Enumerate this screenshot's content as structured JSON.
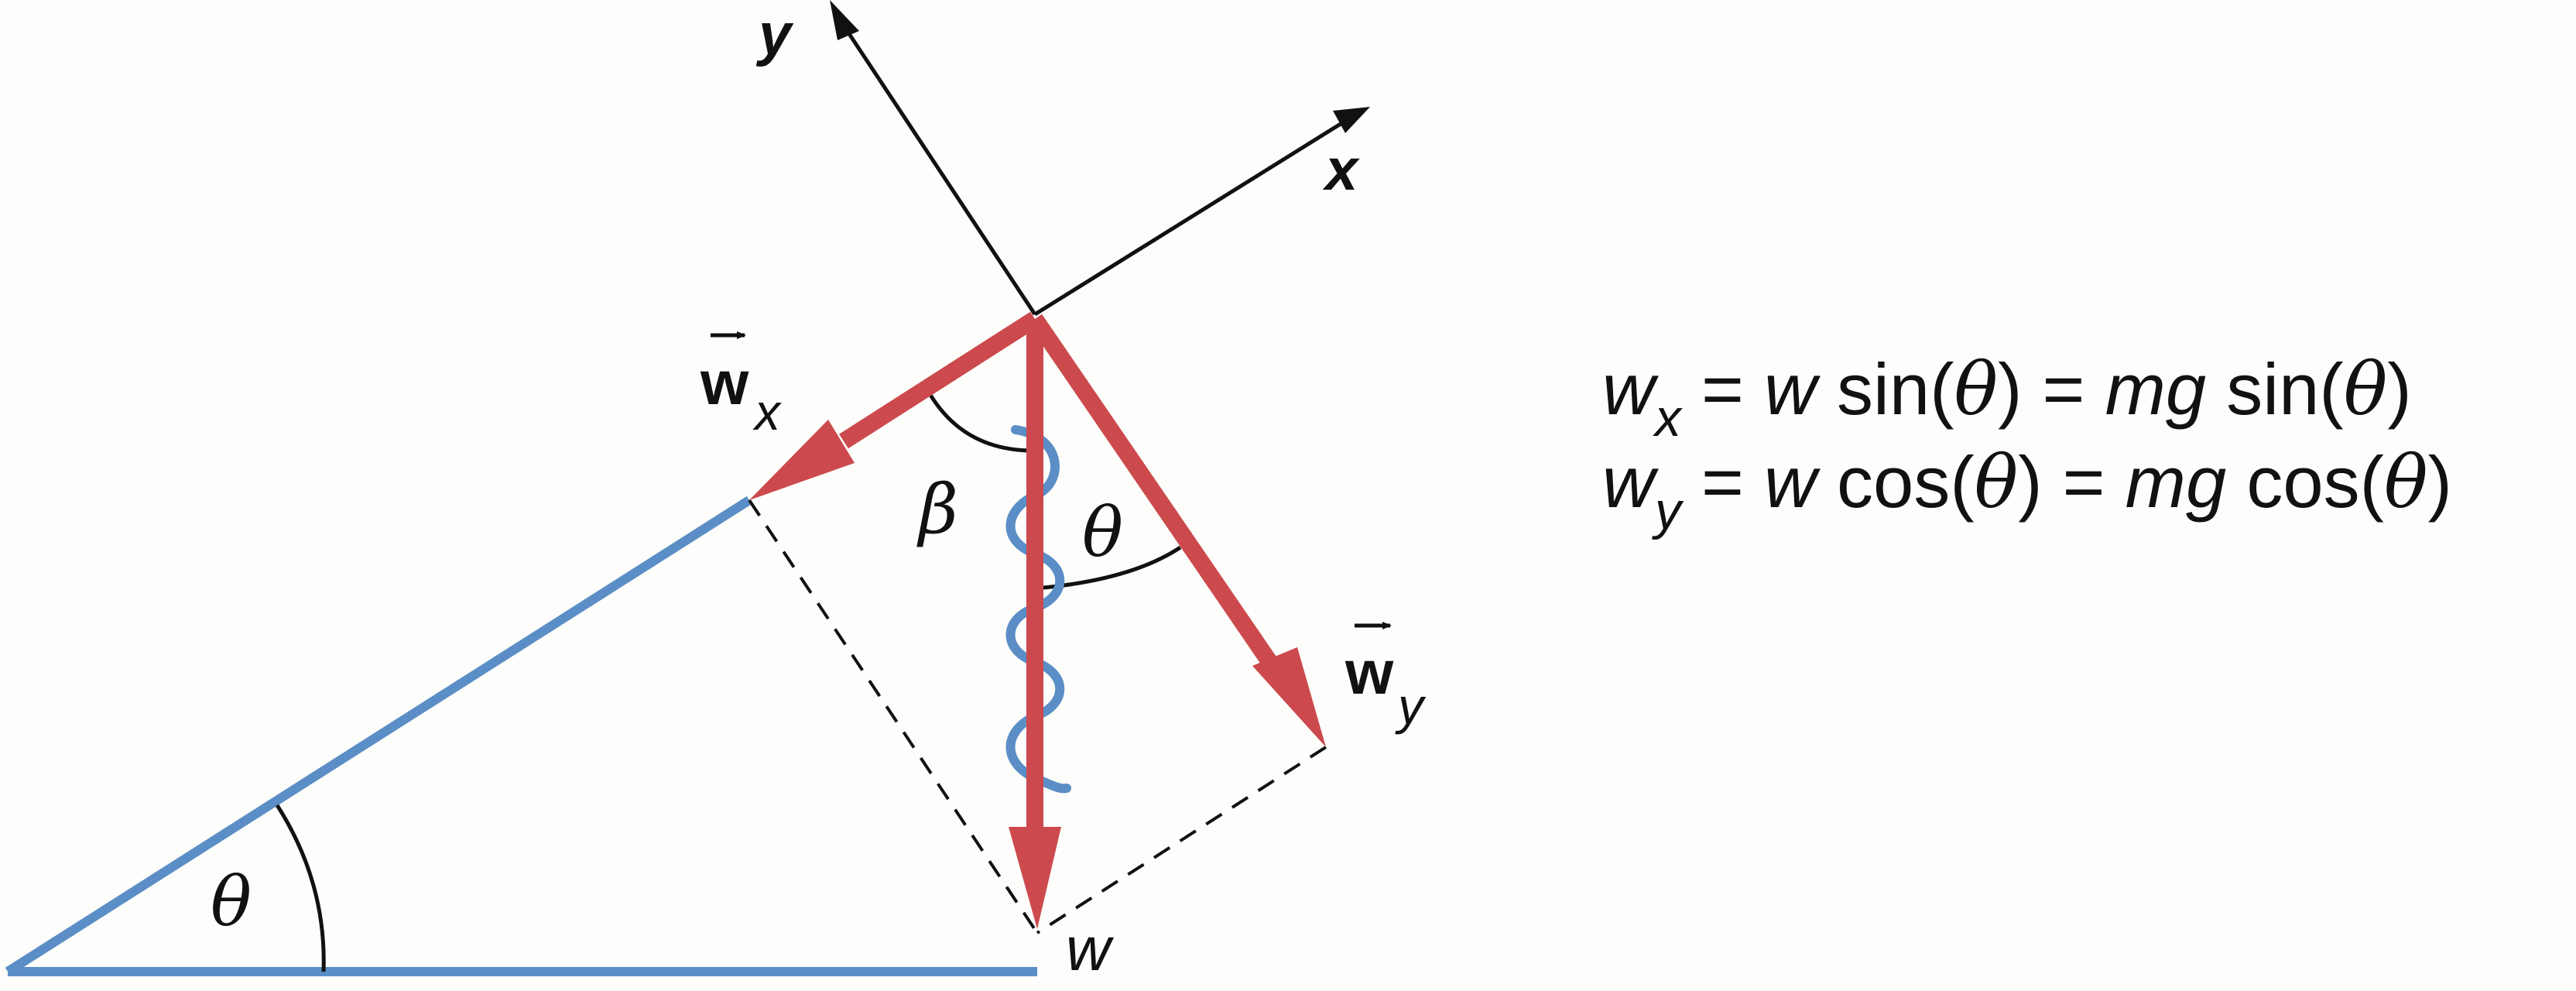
{
  "colors": {
    "background": "#fdfdfb",
    "force_vectors": "#cc4a4d",
    "incline_and_spring": "#5b8ec6",
    "axes_and_text": "#111111"
  },
  "axes": {
    "y_label": "y",
    "x_label": "x"
  },
  "vectors": {
    "wx_label": "w",
    "wx_sub": "x",
    "wy_label": "w",
    "wy_sub": "y",
    "w_label": "w"
  },
  "angles": {
    "beta": "β",
    "theta_weight": "θ",
    "theta_incline": "θ"
  },
  "equations": {
    "line1": {
      "lhs": "w",
      "lhs_sub": "x",
      "eq1": " = ",
      "w": "w",
      "fn": " sin(",
      "theta": "θ",
      "close": ")",
      "eq2": " = ",
      "mg": "mg",
      "fn2": " sin(",
      "theta2": "θ",
      "close2": ")"
    },
    "line2": {
      "lhs": "w",
      "lhs_sub": "y",
      "eq1": " = ",
      "w": "w",
      "fn": " cos(",
      "theta": "θ",
      "close": ")",
      "eq2": " = ",
      "mg": "mg",
      "fn2": " cos(",
      "theta2": "θ",
      "close2": ")"
    }
  }
}
